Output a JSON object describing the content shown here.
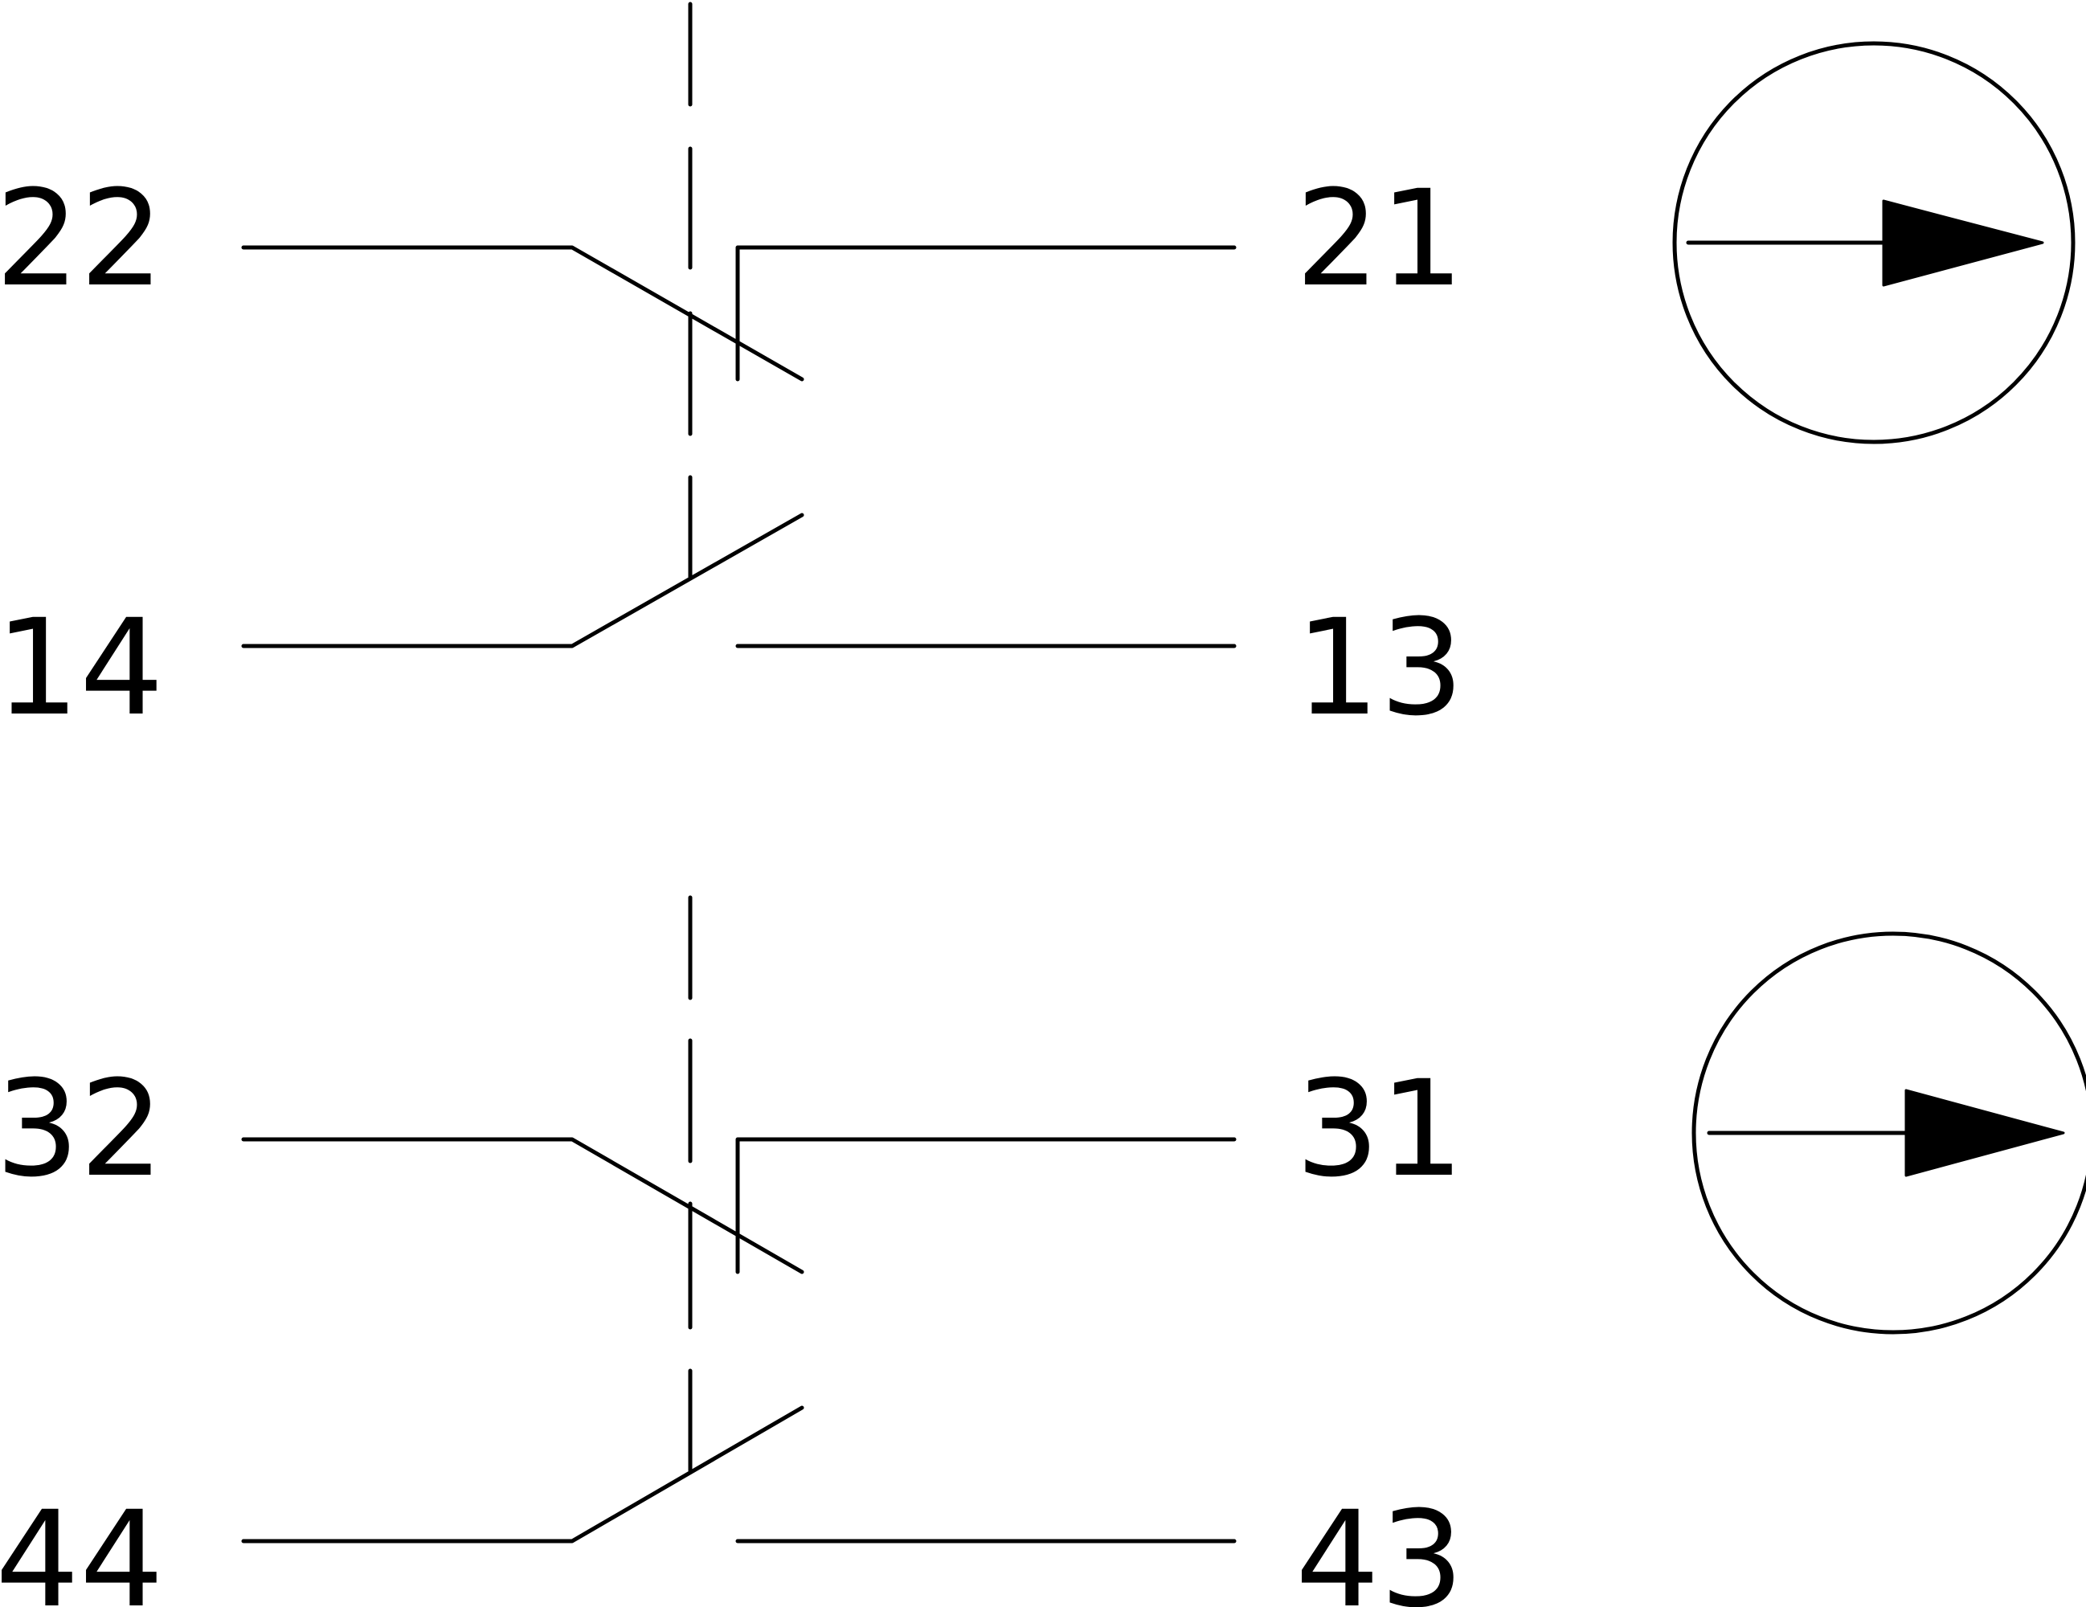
{
  "terminals": {
    "block1": {
      "nc_left": "22",
      "nc_right": "21",
      "no_left": "14",
      "no_right": "13"
    },
    "block2": {
      "nc_left": "32",
      "nc_right": "31",
      "no_left": "44",
      "no_right": "43"
    }
  },
  "symbols": {
    "block1_indicator": "circle-arrow-right-icon",
    "block2_indicator": "circle-arrow-right-icon"
  },
  "colors": {
    "stroke": "#000000",
    "background": "#ffffff"
  }
}
